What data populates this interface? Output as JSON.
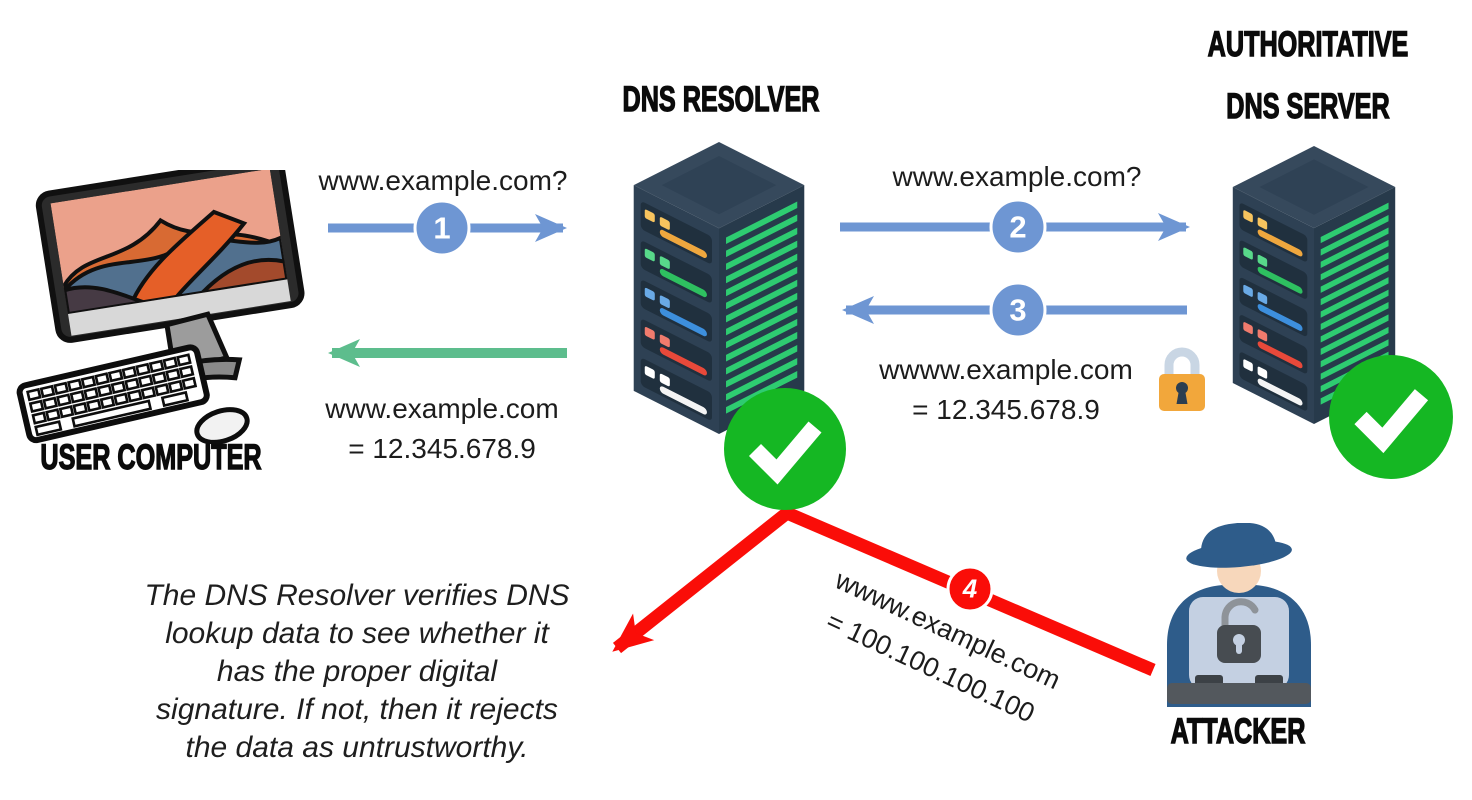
{
  "nodes": {
    "user_computer": {
      "label": "USER COMPUTER"
    },
    "dns_resolver": {
      "label": "DNS RESOLVER"
    },
    "auth_server": {
      "label_top": "AUTHORITATIVE",
      "label_bottom": "DNS SERVER"
    },
    "attacker": {
      "label": "ATTACKER"
    }
  },
  "steps": {
    "one": {
      "number": "1",
      "label": "www.example.com?"
    },
    "two": {
      "number": "2",
      "label": "www.example.com?"
    },
    "three": {
      "number": "3",
      "line1": "wwww.example.com",
      "line2": "= 12.345.678.9"
    },
    "four": {
      "number": "4",
      "line1": "wwww.example.com",
      "line2": "= 100.100.100.100"
    }
  },
  "user_response": {
    "line1": "www.example.com",
    "line2": "= 12.345.678.9"
  },
  "caption": {
    "lines": [
      "The DNS Resolver verifies DNS",
      "lookup data to see whether it",
      "has the proper digital",
      "signature. If not, then it rejects",
      "the data as untrustworthy."
    ]
  },
  "icons": {
    "resolver_status": "green-check",
    "auth_server_status": "green-check",
    "signed_record": "locked-padlock",
    "attacker_badge": "open-padlock"
  },
  "colors": {
    "arrow_blue": "#6e96d3",
    "arrow_green": "#5dbd8d",
    "arrow_red": "#fa0d08",
    "check_green": "#15b723",
    "lock_body": "#f2a73b",
    "server_navy": "#2e4154",
    "stripe_green": "#2ecc71"
  }
}
